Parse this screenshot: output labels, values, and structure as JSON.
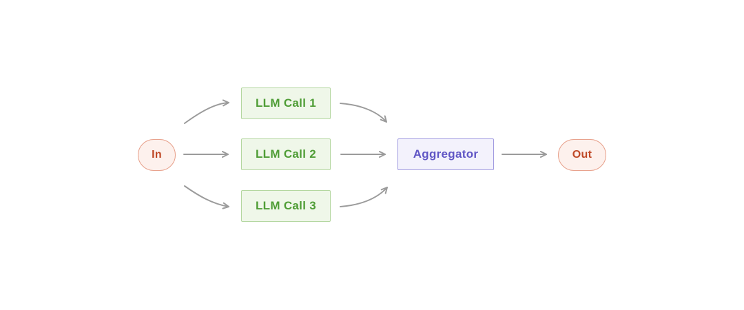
{
  "diagram": {
    "kind": "flow-diagram",
    "background": "#ffffff",
    "arrow_color": "#9b9b9b",
    "nodes": [
      {
        "id": "in",
        "label": "In",
        "shape": "pill",
        "fill": "#fdf1ed",
        "border": "#e8a28d",
        "text_color": "#bf4826"
      },
      {
        "id": "llm-call-1",
        "label": "LLM Call 1",
        "shape": "rectangle",
        "fill": "#eff7e9",
        "border": "#b4d7a0",
        "text_color": "#4f9d36"
      },
      {
        "id": "llm-call-2",
        "label": "LLM Call 2",
        "shape": "rectangle",
        "fill": "#eff7e9",
        "border": "#b4d7a0",
        "text_color": "#4f9d36"
      },
      {
        "id": "llm-call-3",
        "label": "LLM Call 3",
        "shape": "rectangle",
        "fill": "#eff7e9",
        "border": "#b4d7a0",
        "text_color": "#4f9d36"
      },
      {
        "id": "aggregator",
        "label": "Aggregator",
        "shape": "rectangle",
        "fill": "#f3f2fc",
        "border": "#a09ae0",
        "text_color": "#6056c5"
      },
      {
        "id": "out",
        "label": "Out",
        "shape": "pill",
        "fill": "#fdf1ed",
        "border": "#e8a28d",
        "text_color": "#bf4826"
      }
    ],
    "edges": [
      {
        "from": "in",
        "to": "llm-call-1",
        "style": "curved"
      },
      {
        "from": "in",
        "to": "llm-call-2",
        "style": "straight"
      },
      {
        "from": "in",
        "to": "llm-call-3",
        "style": "curved"
      },
      {
        "from": "llm-call-1",
        "to": "aggregator",
        "style": "curved"
      },
      {
        "from": "llm-call-2",
        "to": "aggregator",
        "style": "straight"
      },
      {
        "from": "llm-call-3",
        "to": "aggregator",
        "style": "curved"
      },
      {
        "from": "aggregator",
        "to": "out",
        "style": "straight"
      }
    ]
  }
}
